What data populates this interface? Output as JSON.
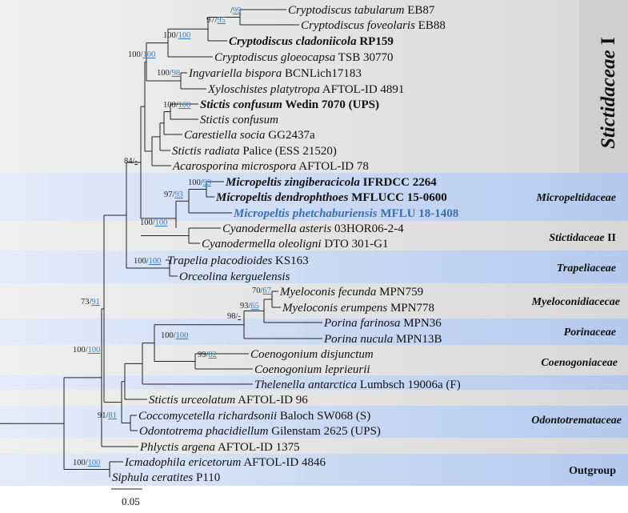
{
  "tree": {
    "tips": [
      {
        "genus": "Cryptodiscus tabularum",
        "rest": "EB87",
        "style": "normal"
      },
      {
        "genus": "Cryptodiscus foveolaris",
        "rest": "EB88",
        "style": "normal"
      },
      {
        "genus": "Cryptodiscus cladoniicola",
        "rest": "RP159",
        "style": "bold"
      },
      {
        "genus": "Cryptodiscus gloeocapsa",
        "rest": "TSB 30770",
        "style": "normal"
      },
      {
        "genus": "Ingvariella bispora",
        "rest": "BCNLich17183",
        "style": "normal"
      },
      {
        "genus": "Xyloschistes platytropa",
        "rest": "AFTOL-ID 4891",
        "style": "normal"
      },
      {
        "genus": "Stictis confusum",
        "rest": "Wedin 7070 (UPS)",
        "style": "bold"
      },
      {
        "genus": "Stictis confusum",
        "rest": "",
        "style": "normal"
      },
      {
        "genus": "Carestiella socia",
        "rest": "GG2437a",
        "style": "normal"
      },
      {
        "genus": "Stictis radiata",
        "rest": "Palice  (ESS 21520)",
        "style": "normal"
      },
      {
        "genus": "Acarosporina microspora",
        "rest": "AFTOL-ID 78",
        "style": "normal"
      },
      {
        "genus": "Micropeltis zingiberacicola",
        "rest": "IFRDCC 2264",
        "style": "bold"
      },
      {
        "genus": "Micropeltis dendrophthoes",
        "rest": "MFLUCC 15-0600",
        "style": "bold"
      },
      {
        "genus": "Micropeltis phetchaburiensis",
        "rest": "MFLU 18-1408",
        "style": "blue"
      },
      {
        "genus": "Cyanodermella asteris",
        "rest": "03HOR06-2-4",
        "style": "normal"
      },
      {
        "genus": "Cyanodermella oleoligni",
        "rest": "DTO 301-G1",
        "style": "normal"
      },
      {
        "genus": "Trapelia placodioides",
        "rest": "KS163",
        "style": "normal"
      },
      {
        "genus": "Orceolina kerguelensis",
        "rest": "",
        "style": "normal"
      },
      {
        "genus": "Myeloconis fecunda",
        "rest": "MPN759",
        "style": "normal"
      },
      {
        "genus": "Myeloconis erumpens",
        "rest": "MPN778",
        "style": "normal"
      },
      {
        "genus": "Porina farinosa",
        "rest": "MPN36",
        "style": "normal"
      },
      {
        "genus": "Porina nucula",
        "rest": "MPN13B",
        "style": "normal"
      },
      {
        "genus": "Coenogonium disjunctum",
        "rest": "",
        "style": "normal"
      },
      {
        "genus": "Coenogonium leprieurii",
        "rest": "",
        "style": "normal"
      },
      {
        "genus": "Thelenella antarctica",
        "rest": "Lumbsch 19006a (F)",
        "style": "normal"
      },
      {
        "genus": "Stictis urceolatum",
        "rest": "AFTOL-ID 96",
        "style": "normal"
      },
      {
        "genus": "Coccomycetella richardsonii",
        "rest": "Baloch SW068  (S)",
        "style": "normal"
      },
      {
        "genus": "Odontotrema phacidiellum",
        "rest": "Gilenstam 2625  (UPS)",
        "style": "normal"
      },
      {
        "genus": "Phlyctis argena",
        "rest": "AFTOL-ID 1375",
        "style": "normal"
      },
      {
        "genus": "Icmadophila ericetorum",
        "rest": "AFTOL-ID 4846",
        "style": "normal"
      },
      {
        "genus": "Siphula ceratites",
        "rest": "P110",
        "style": "normal"
      }
    ],
    "supports": [
      {
        "a": "97",
        "b": "95"
      },
      {
        "a": "",
        "b": "99"
      },
      {
        "a": "100",
        "b": "100"
      },
      {
        "a": "100",
        "b": "100"
      },
      {
        "a": "100",
        "b": "98"
      },
      {
        "a": "100",
        "b": "100"
      },
      {
        "a": "84",
        "b": "-"
      },
      {
        "a": "100",
        "b": "99"
      },
      {
        "a": "97",
        "b": "93"
      },
      {
        "a": "100",
        "b": "100"
      },
      {
        "a": "100",
        "b": "100"
      },
      {
        "a": "70",
        "b": "67"
      },
      {
        "a": "93",
        "b": "65"
      },
      {
        "a": "98",
        "b": "-"
      },
      {
        "a": "100",
        "b": "100"
      },
      {
        "a": "99",
        "b": "82"
      },
      {
        "a": "73",
        "b": "91"
      },
      {
        "a": "91",
        "b": "81"
      },
      {
        "a": "100",
        "b": "100"
      },
      {
        "a": "100",
        "b": "100"
      }
    ],
    "families": {
      "stictidaceae1": "Stictidaceae",
      "stictidaceae1_numeral": "I",
      "micropeltidaceae": "Micropeltidaceae",
      "stictidaceae2": "Stictidaceae",
      "stictidaceae2_numeral": "II",
      "trapeliaceae": "Trapeliaceae",
      "myeloconidiacecae": "Myeloconidiacecae",
      "porinaceae": "Porinaceae",
      "coenogoniaceae": "Coenogoniaceae",
      "odontotremataceae": "Odontotremataceae",
      "outgroup": "Outgroup"
    },
    "scale_bar": "0.05",
    "colors": {
      "grey_band": "#e2e2e2",
      "blue_band": "#b9cdee",
      "blue_band_light": "#dae5f7",
      "support_blue": "#3a7fbf",
      "highlight_blue": "#3a6fb0"
    }
  }
}
